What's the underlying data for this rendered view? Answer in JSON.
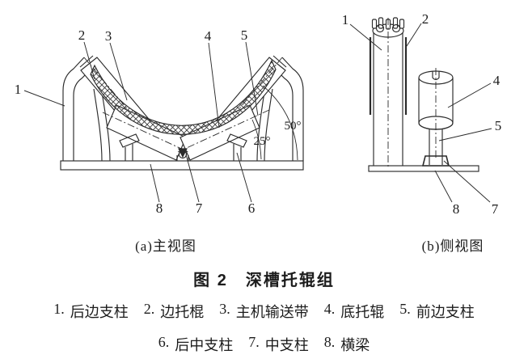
{
  "figure": {
    "title": "图 2　深槽托辊组"
  },
  "front_view": {
    "caption": "(a)主视图",
    "callouts": {
      "c1": "1",
      "c2": "2",
      "c3": "3",
      "c4": "4",
      "c5": "5",
      "c6": "6",
      "c7": "7",
      "c8": "8"
    },
    "angles": {
      "side_roller": "50°",
      "bottom_roller": "25°"
    }
  },
  "side_view": {
    "caption": "(b)侧视图",
    "callouts": {
      "c1": "1",
      "c2": "2",
      "c4": "4",
      "c5": "5",
      "c7": "7",
      "c8": "8"
    }
  },
  "legend": {
    "row1": [
      {
        "num": "1.",
        "label": "后边支柱"
      },
      {
        "num": "2.",
        "label": "边托棍"
      },
      {
        "num": "3.",
        "label": "主机输送带"
      },
      {
        "num": "4.",
        "label": "底托辊"
      },
      {
        "num": "5.",
        "label": "前边支柱"
      }
    ],
    "row2": [
      {
        "num": "6.",
        "label": "后中支柱"
      },
      {
        "num": "7.",
        "label": "中支柱"
      },
      {
        "num": "8.",
        "label": "横梁"
      }
    ]
  },
  "colors": {
    "ink": "#1c1c1c",
    "line": "#2b2b2b",
    "background": "#ffffff"
  }
}
